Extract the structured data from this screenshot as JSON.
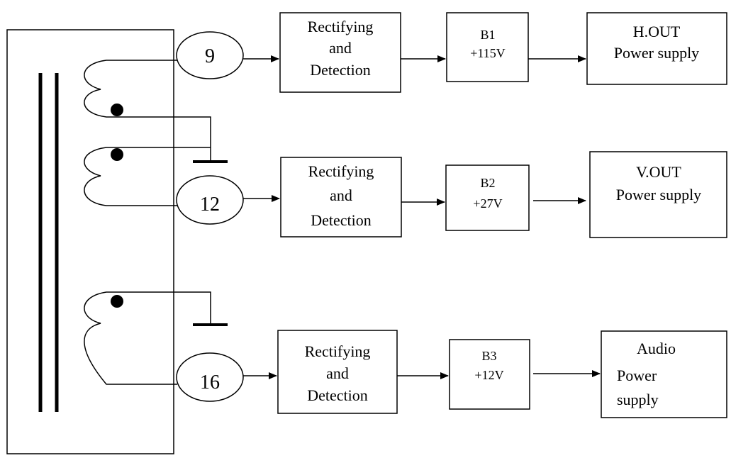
{
  "channels": [
    {
      "pin": "9",
      "rectifier": [
        "Rectifying",
        "and",
        "Detection"
      ],
      "bus": [
        "B1",
        "+115V"
      ],
      "output": [
        "H.OUT",
        "Power supply"
      ]
    },
    {
      "pin": "12",
      "rectifier": [
        "Rectifying",
        "and",
        "Detection"
      ],
      "bus": [
        "B2",
        "+27V"
      ],
      "output": [
        "V.OUT",
        "Power supply"
      ]
    },
    {
      "pin": "16",
      "rectifier": [
        "Rectifying",
        "and",
        "Detection"
      ],
      "bus": [
        "B3",
        "+12V"
      ],
      "output": [
        "Audio",
        "Power",
        "supply"
      ]
    }
  ]
}
